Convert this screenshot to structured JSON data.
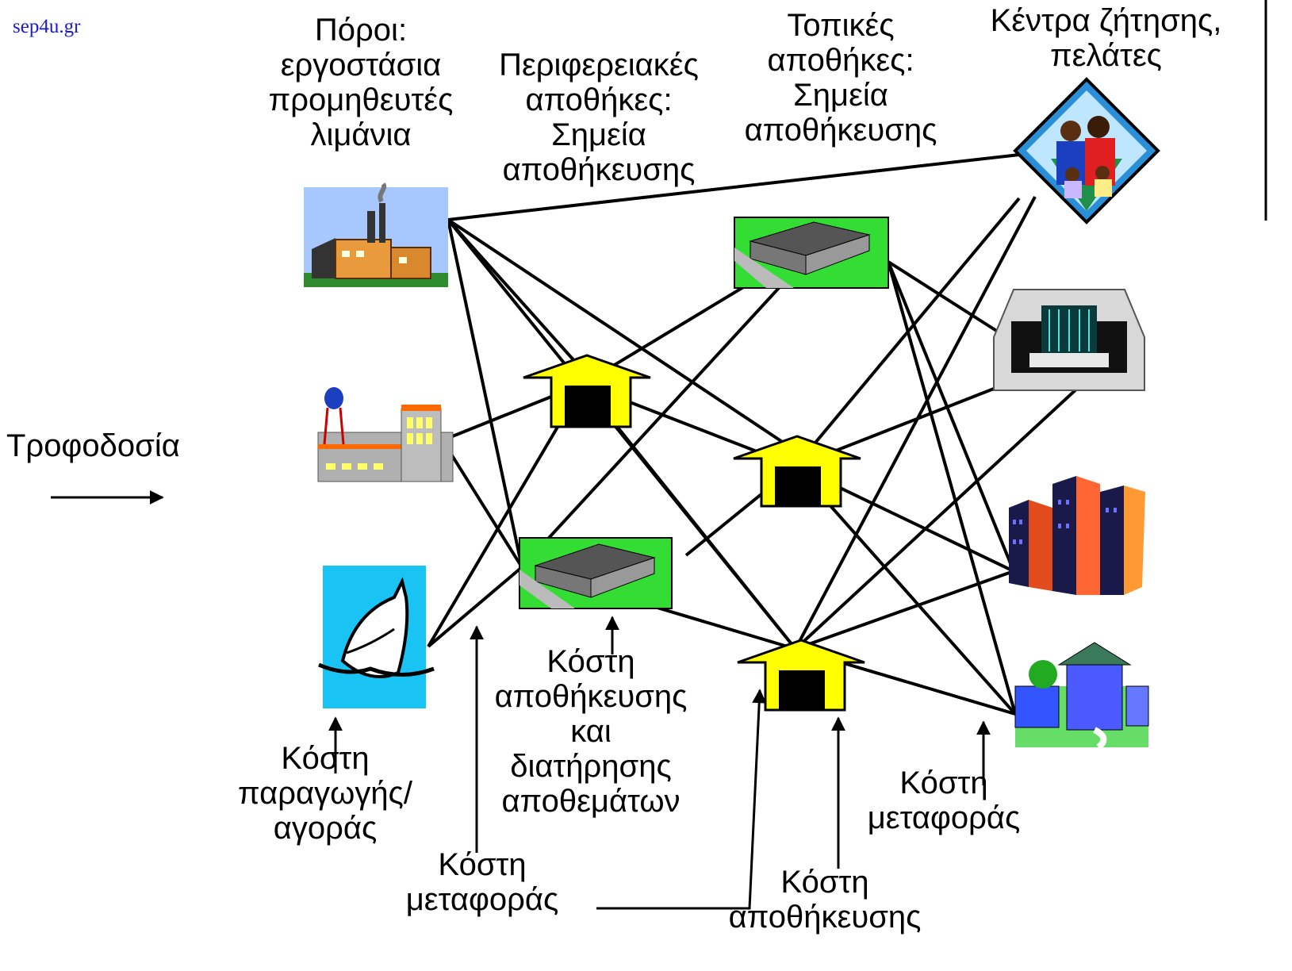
{
  "watermark": "sep4u.gr",
  "headers": {
    "sources": [
      "Πόροι:",
      "εργοστάσια",
      "προμηθευτές",
      "λιμάνια"
    ],
    "regional": [
      "Περιφερειακές",
      "αποθήκες:",
      "Σημεία",
      "αποθήκευσης"
    ],
    "local": [
      "Τοπικές",
      "αποθήκες:",
      "Σημεία",
      "αποθήκευσης"
    ],
    "demand": [
      "Κέντρα ζήτησης,",
      "πελάτες"
    ]
  },
  "supply_label": "Τροφοδοσία",
  "costs": {
    "production": [
      "Κόστη",
      "παραγωγής/",
      "αγοράς"
    ],
    "inventory": [
      "Κόστη",
      "αποθήκευσης",
      "και",
      "διατήρησης",
      "αποθεμάτων"
    ],
    "transport_left": [
      "Κόστη",
      "μεταφοράς"
    ],
    "storage": [
      "Κόστη",
      "αποθήκευσης"
    ],
    "transport_right": [
      "Κόστη",
      "μεταφοράς"
    ]
  },
  "icons": {
    "sources": [
      "factory-icon",
      "plant-with-water-tower-icon",
      "ship-icon"
    ],
    "regional": [
      "warehouse-arrow-icon",
      "warehouse-building-icon"
    ],
    "local": [
      "warehouse-building-icon",
      "warehouse-arrow-icon",
      "warehouse-arrow-icon"
    ],
    "demand": [
      "family-icon",
      "mall-icon",
      "city-buildings-icon",
      "houses-icon"
    ]
  },
  "colors": {
    "arrow_fill": "#ffff00",
    "watermark": "#1a1ad6",
    "sky": "#a7c8ff",
    "grass": "#33cc33"
  }
}
